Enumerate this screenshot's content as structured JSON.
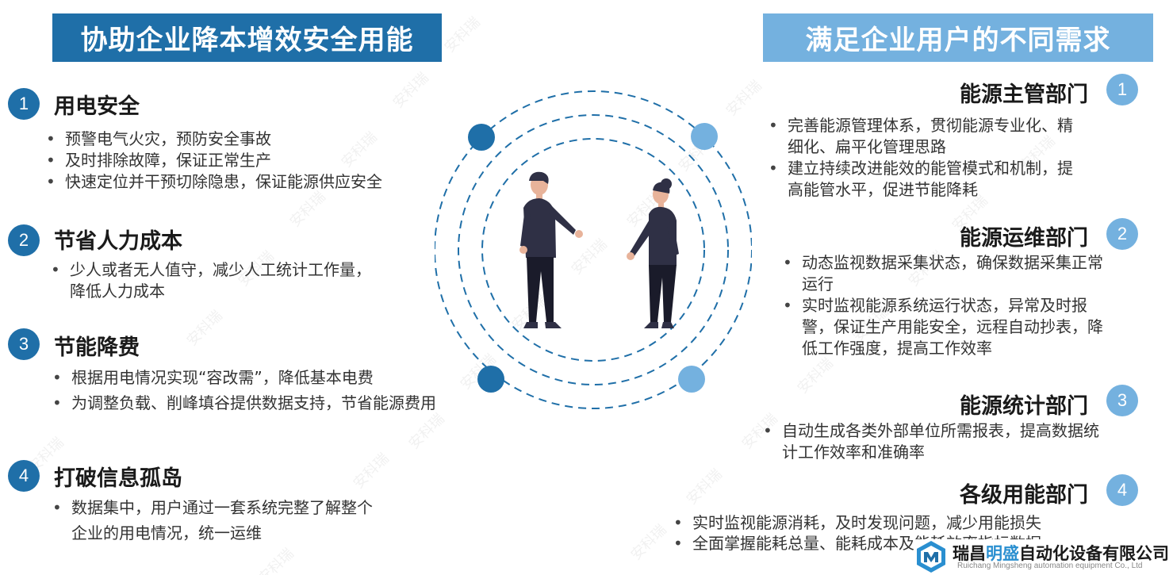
{
  "left": {
    "banner": "协助企业降本增效安全用能",
    "sections": [
      {
        "num": "1",
        "title": "用电安全",
        "bullets": [
          "预警电气火灾，预防安全事故",
          "及时排除故障，保证正常生产",
          "快速定位并干预切除隐患，保证能源供应安全"
        ]
      },
      {
        "num": "2",
        "title": "节省人力成本",
        "bullets": [
          "少人或者无人值守，减少人工统计工作量，降低人力成本"
        ]
      },
      {
        "num": "3",
        "title": "节能降费",
        "bullets": [
          "根据用电情况实现“容改需”，降低基本电费",
          "为调整负载、削峰填谷提供数据支持，节省能源费用"
        ]
      },
      {
        "num": "4",
        "title": "打破信息孤岛",
        "bullets": [
          "数据集中，用户通过一套系统完整了解整个企业的用电情况，统一运维"
        ]
      }
    ]
  },
  "right": {
    "banner": "满足企业用户的不同需求",
    "sections": [
      {
        "num": "1",
        "title": "能源主管部门",
        "bullets": [
          "完善能源管理体系，贯彻能源专业化、精细化、扁平化管理思路",
          "建立持续改进能效的能管模式和机制，提高能管水平，促进节能降耗"
        ]
      },
      {
        "num": "2",
        "title": "能源运维部门",
        "bullets": [
          "动态监视数据采集状态，确保数据采集正常运行",
          "实时监视能源系统运行状态，异常及时报警，保证生产用能安全，远程自动抄表，降低工作强度，提高工作效率"
        ]
      },
      {
        "num": "3",
        "title": "能源统计部门",
        "bullets": [
          "自动生成各类外部单位所需报表，提高数据统计工作效率和准确率"
        ]
      },
      {
        "num": "4",
        "title": "各级用能部门",
        "bullets": [
          "实时监视能源消耗，及时发现问题，减少用能损失",
          "全面掌握能耗总量、能耗成本及能耗效率指标数据"
        ]
      }
    ]
  },
  "watermark": "安科瑞",
  "logo": {
    "name_pre": "瑞昌",
    "name_hl": "明盛",
    "name_post": "自动化设备有限公司",
    "en": "Ruichang Mingsheng automation equipment Co., Ltd"
  },
  "colors": {
    "dark_blue": "#1f6fa8",
    "light_blue": "#74b1df",
    "figure": "#2f3045"
  },
  "icons": [
    "people-illustration-icon",
    "logo-hexagon-icon"
  ]
}
